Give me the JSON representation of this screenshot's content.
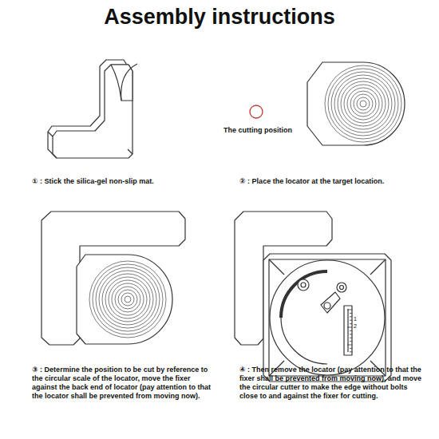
{
  "diagram": {
    "title": "Assembly instructions",
    "labels": [
      "The cutting position",
      "① : Stick the silica-gel non-slip mat.",
      "② : Place the locator at the target location.",
      "③ : Determine the position to be cut by reference to the circular scale of the locator, move the fixer against the back end of locator (pay attention to that the locator shall be prevented from moving now).",
      "④ : Then remove the locator (pay attention to that the fixer shall be prevented from moving now), and move the circular cutter to make the edge without bolts close to and against the fixer for cutting.",
      "1",
      "2"
    ]
  }
}
